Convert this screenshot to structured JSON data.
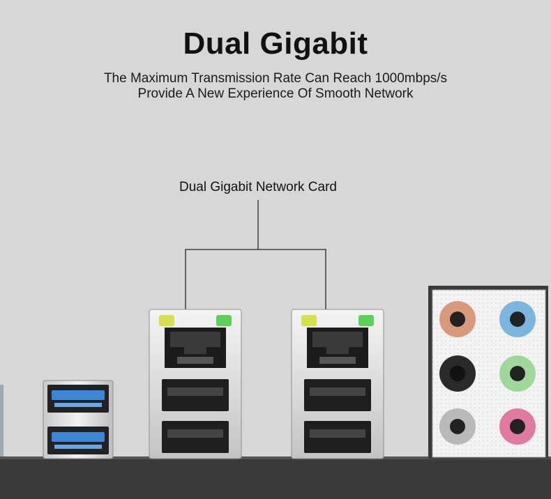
{
  "title": "Dual Gigabit",
  "subtitle_line1": "The Maximum Transmission Rate Can Reach 1000mbps/s",
  "subtitle_line2": "Provide A New Experience Of Smooth Network",
  "callout_label": "Dual Gigabit Network Card",
  "colors": {
    "background": "#d7d7d7",
    "led_yellow": "#d6e04a",
    "led_green": "#5ecf5a",
    "usb3_blue": "#3a86d8",
    "audio_orange": "#d89a7a",
    "audio_blue": "#7ab6e0",
    "audio_black": "#2a2a2a",
    "audio_green": "#9fd89a",
    "audio_gray": "#b9b9b9",
    "audio_pink": "#e07a9f"
  }
}
